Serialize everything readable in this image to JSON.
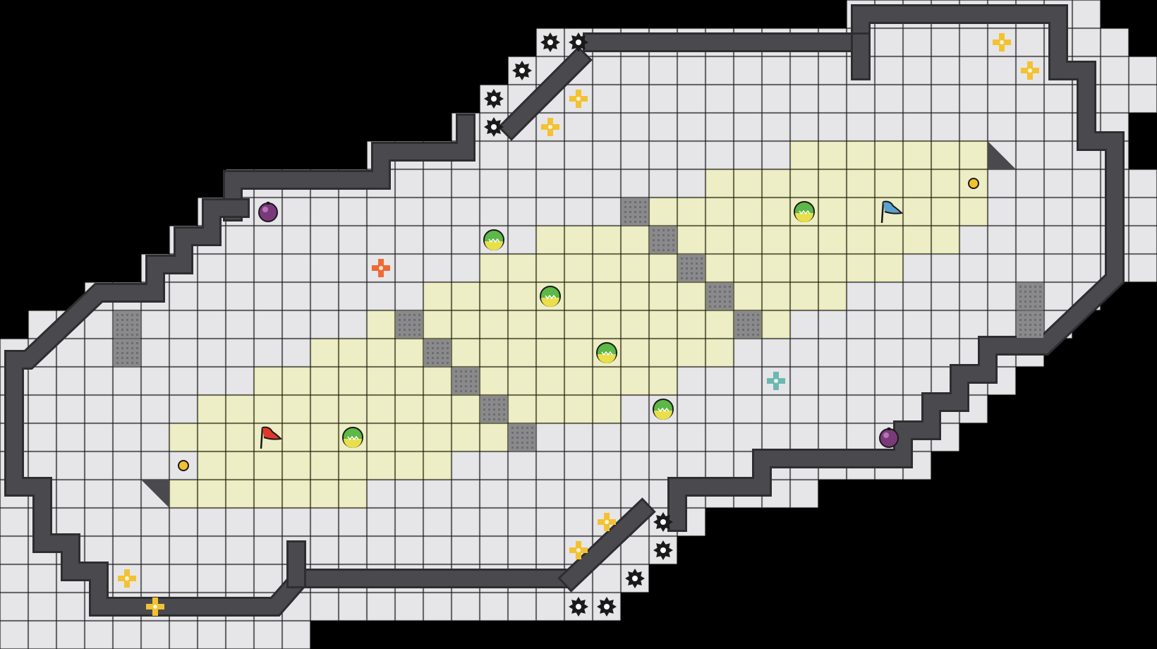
{
  "game": {
    "view": "overhead-tile-map",
    "grid": {
      "cols": 41,
      "rows": 23
    },
    "colors": {
      "background": "#000000",
      "floor": "#e6e6e8",
      "floor_line": "#d0d0d4",
      "zone": "#eeeec6",
      "zone_line": "#dcdcaa",
      "wall": "#4a4a4e",
      "wall_edge": "#2e2e31",
      "block": "#8a8a8d",
      "flag_red": "#e0392b",
      "flag_blue": "#5aa3cf",
      "powerup_yellow": "#f2c232",
      "powerup_orange": "#ee6a35",
      "powerup_teal": "#6cb8b0",
      "boost_green": "#5cb847",
      "boost_yellow": "#e8df4a",
      "bomb_purple": "#7a3a7a",
      "token_yellow": "#f2c232"
    },
    "legend_icons": {
      "spike": "spike-icon",
      "flag_red": "red-flag-icon",
      "flag_blue": "blue-flag-icon",
      "powerup": "powerup-cross-icon",
      "boost": "boost-pad-icon",
      "bomb": "bomb-icon",
      "token": "token-icon",
      "block": "gray-block-icon"
    },
    "cells": {
      "blocks": [
        [
          22,
          7
        ],
        [
          23,
          8
        ],
        [
          24,
          9
        ],
        [
          25,
          10
        ],
        [
          26,
          11
        ],
        [
          14,
          11
        ],
        [
          15,
          12
        ],
        [
          16,
          13
        ],
        [
          17,
          14
        ],
        [
          18,
          15
        ],
        [
          4,
          11
        ],
        [
          4,
          12
        ],
        [
          36,
          10
        ],
        [
          36,
          11
        ]
      ],
      "spikes": [
        [
          19,
          1
        ],
        [
          20,
          1
        ],
        [
          18,
          2
        ],
        [
          17,
          3
        ],
        [
          17,
          4
        ],
        [
          23,
          18
        ],
        [
          23,
          19
        ],
        [
          22,
          20
        ],
        [
          20,
          21
        ],
        [
          21,
          21
        ]
      ],
      "powerups_yellow": [
        [
          35,
          1
        ],
        [
          36,
          2
        ],
        [
          20,
          3
        ],
        [
          19,
          4
        ],
        [
          21,
          18
        ],
        [
          20,
          19
        ],
        [
          4,
          20
        ],
        [
          5,
          21
        ]
      ],
      "powerups_orange": [
        [
          13,
          9
        ]
      ],
      "powerups_teal": [
        [
          27,
          13
        ]
      ],
      "boosts": [
        [
          17,
          8
        ],
        [
          28,
          7
        ],
        [
          19,
          10
        ],
        [
          21,
          12
        ],
        [
          23,
          14
        ],
        [
          12,
          15
        ]
      ],
      "bombs": [
        [
          9,
          7
        ],
        [
          31,
          15
        ]
      ],
      "tokens": [
        [
          34,
          6
        ],
        [
          6,
          16
        ]
      ],
      "flag_red": [
        9,
        15
      ],
      "flag_blue": [
        31,
        7
      ]
    }
  }
}
